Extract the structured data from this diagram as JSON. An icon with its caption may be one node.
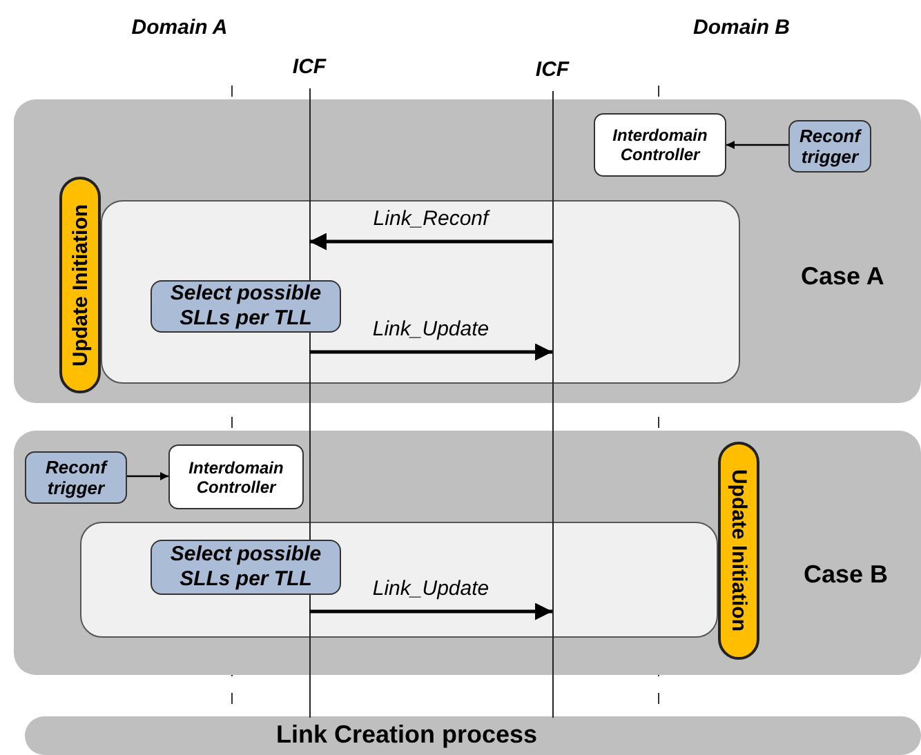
{
  "diagram": {
    "nodes": [
      {
        "text": [
          "Case A"
        ]
      },
      {
        "text": [
          "Interdomain Controller"
        ],
        "in": 0
      },
      {
        "text": [
          "Reconf trigger"
        ],
        "in": 0
      },
      {
        "text": [],
        "shape": "box",
        "in": 0
      },
      {
        "text": [
          "Update Initiation"
        ],
        "in": 0
      },
      {
        "text": [
          "Select possible SLLs per TLL"
        ],
        "in": 3
      },
      {
        "text": [
          "Case B"
        ]
      },
      {
        "text": [
          "Reconf trigger"
        ],
        "in": 6
      },
      {
        "text": [
          "Interdomain Controller"
        ],
        "in": 6
      },
      {
        "text": [],
        "shape": "box",
        "in": 6
      },
      {
        "text": [
          "Select possible SLLs per TLL"
        ],
        "in": 9
      },
      {
        "text": [
          "Update Initiation"
        ],
        "in": 6
      },
      {
        "text": [
          "Link Creation process"
        ]
      },
      {
        "text": [
          "ICF"
        ]
      },
      {
        "text": [
          "ICF"
        ]
      }
    ],
    "edges": [
      {
        "from": 2,
        "to": 1,
        "arrow": "to"
      },
      {
        "from": 14,
        "to": 13,
        "arrow": "to",
        "label": "Link_Reconf"
      },
      {
        "from": 13,
        "to": 14,
        "arrow": "to",
        "label": "Link_Update"
      },
      {
        "from": 7,
        "to": 8,
        "arrow": "to"
      },
      {
        "from": 13,
        "to": 14,
        "arrow": "to",
        "label": "Link_Update"
      }
    ],
    "labels": [
      "Domain A",
      "Domain B"
    ]
  }
}
